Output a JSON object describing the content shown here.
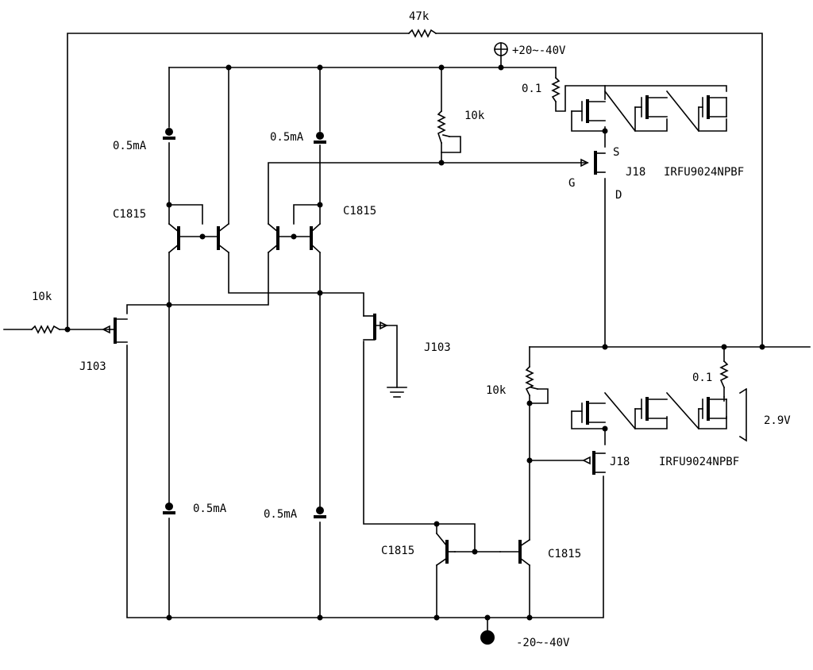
{
  "supply": {
    "positive": "+20~-40V",
    "negative": "-20~-40V"
  },
  "resistors": {
    "feedback": "47k",
    "input": "10k",
    "bias_top": "10k",
    "bias_bottom": "10k",
    "sense_top": "0.1",
    "sense_bottom": "0.1"
  },
  "current_sources": {
    "top_left": "0.5mA",
    "top_right": "0.5mA",
    "bottom_left": "0.5mA",
    "bottom_right": "0.5mA"
  },
  "transistors": {
    "input_jfet": "J103",
    "ref_jfet": "J103",
    "pair_left": "C1815",
    "pair_right": "C1815",
    "mirror_left": "C1815",
    "mirror_right": "C1815",
    "driver_top": "J18",
    "driver_bottom": "J18",
    "output_top": "IRFU9024NPBF",
    "output_bottom": "IRFU9024NPBF"
  },
  "pins": {
    "source": "S",
    "gate": "G",
    "drain": "D"
  },
  "voltage_drop": "2.9V"
}
